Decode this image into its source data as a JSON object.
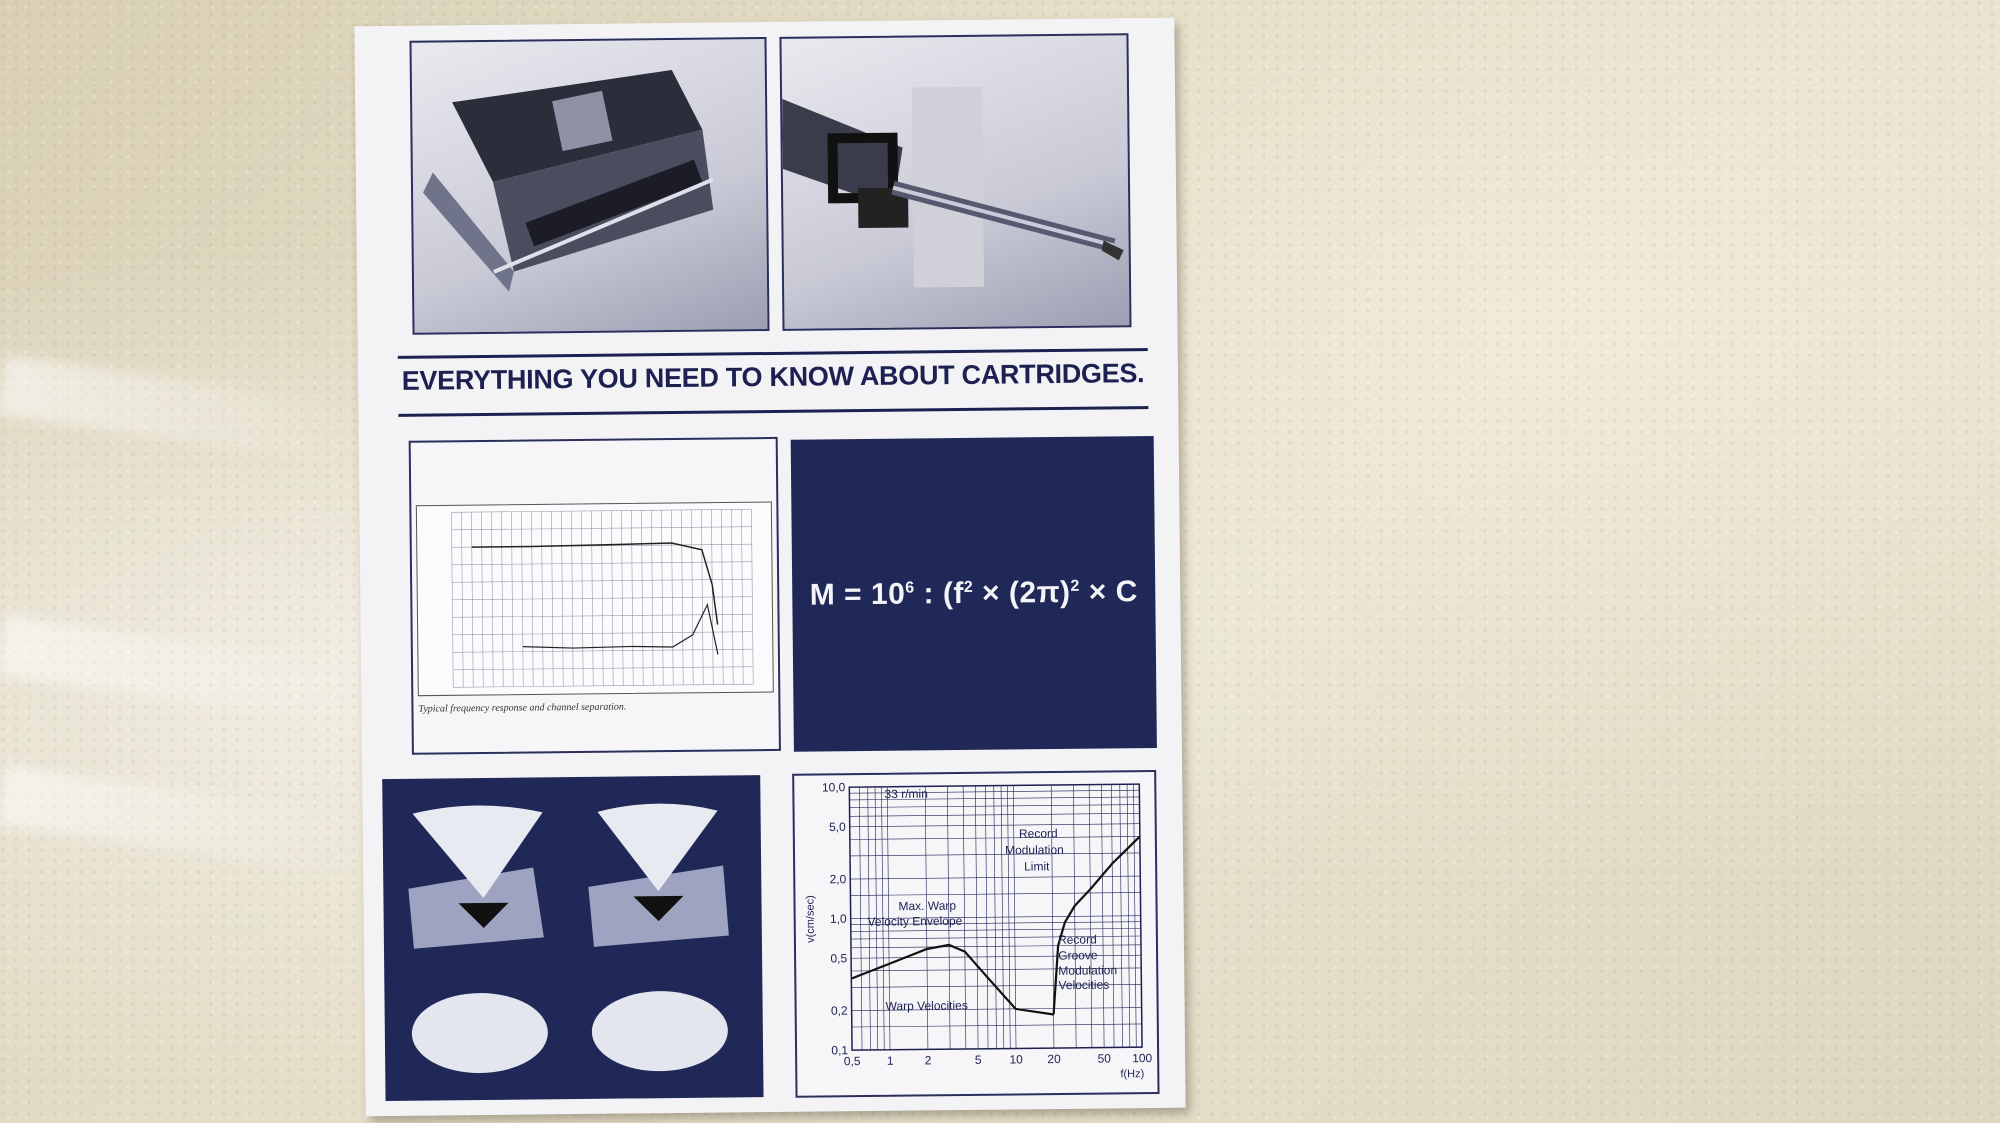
{
  "booklet": {
    "headline": "EVERYTHING YOU NEED TO KNOW ABOUT CARTRIDGES.",
    "formula": {
      "lhs": "M = 10",
      "exp1": "6",
      "mid": " : (f",
      "exp2": "2",
      "mid2": " × (2π)",
      "exp3": "2",
      "rhs": " × C"
    },
    "response_chart": {
      "caption": "Typical frequency response and channel separation."
    },
    "velocity_chart": {
      "chart_data": {
        "type": "line",
        "title": "",
        "ylabel": "v(cm/sec)",
        "xlabel": "f(Hz)",
        "x_scale": "log",
        "y_scale": "log",
        "xlim": [
          0.5,
          100
        ],
        "ylim": [
          0.1,
          10
        ],
        "x_ticks": [
          "0,5",
          "1",
          "2",
          "5",
          "10",
          "20",
          "50",
          "100"
        ],
        "y_ticks": [
          "0,1",
          "0,2",
          "0,5",
          "1,0",
          "2,0",
          "5,0",
          "10,0"
        ],
        "annotations": [
          "33 r/min",
          "Record Modulation Limit",
          "Max. Warp Velocity Envelope",
          "Warp Velocities",
          "Record Groove Modulation Velocities"
        ],
        "series": [
          {
            "name": "Max. Warp Velocity Envelope",
            "x": [
              0.5,
              1,
              2,
              3,
              4,
              6,
              10,
              20
            ],
            "y": [
              0.35,
              0.45,
              0.58,
              0.62,
              0.55,
              0.35,
              0.2,
              0.18
            ]
          },
          {
            "name": "Record Modulation Limit",
            "x": [
              20,
              22,
              25,
              30,
              40,
              60,
              100
            ],
            "y": [
              0.18,
              0.6,
              0.9,
              1.2,
              1.6,
              2.5,
              4.0
            ]
          }
        ]
      }
    }
  }
}
